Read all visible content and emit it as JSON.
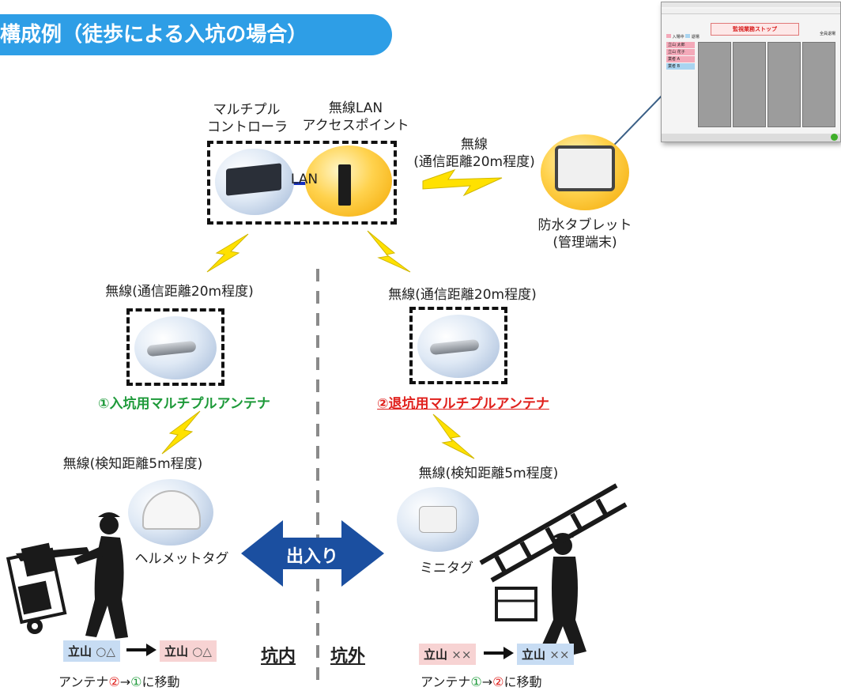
{
  "title": "構成例（徒歩による入坑の場合）",
  "devices": {
    "controller_label": [
      "マルチプル",
      "コントローラ"
    ],
    "ap_label": [
      "無線LAN",
      "アクセスポイント"
    ],
    "lan": "LAN",
    "tablet_wireless": [
      "無線",
      "(通信距離20m程度)"
    ],
    "tablet_label": [
      "防水タブレット",
      "(管理端末)"
    ]
  },
  "left": {
    "wireless": "無線(通信距離20m程度)",
    "antenna": "①入坑用マルチプルアンテナ",
    "detect": "無線(検知距離5m程度)",
    "tag": "ヘルメットタグ",
    "from_name": "立山",
    "from_mark": "○△",
    "to_name": "立山",
    "to_mark": "○△",
    "move_prefix": "アンテナ",
    "move_a": "②",
    "move_arrow": "→",
    "move_b": "①",
    "move_suffix": "に移動"
  },
  "right": {
    "wireless": "無線(通信距離20m程度)",
    "antenna": "②退坑用マルチプルアンテナ",
    "detect": "無線(検知距離5m程度)",
    "tag": "ミニタグ",
    "from_name": "立山",
    "from_mark": "××",
    "to_name": "立山",
    "to_mark": "××",
    "move_prefix": "アンテナ",
    "move_a": "①",
    "move_arrow": "→",
    "move_b": "②",
    "move_suffix": "に移動"
  },
  "center": {
    "inout": "出入り",
    "inside": "坑内",
    "outside": "坑外"
  },
  "screen": {
    "stop_button": "監視業務ストップ",
    "all_button": "全員退場",
    "legend_in": "入場中",
    "legend_out": "退場",
    "rows": [
      "立山 太郎",
      "立山 花子",
      "業者 A",
      "業者 B"
    ]
  },
  "colors": {
    "title_bg": "#2e9ee6",
    "antenna_in": "#1e9a3a",
    "antenna_out": "#e0201c",
    "arrow": "#1b4fa0",
    "bolt": "#ffe100"
  }
}
